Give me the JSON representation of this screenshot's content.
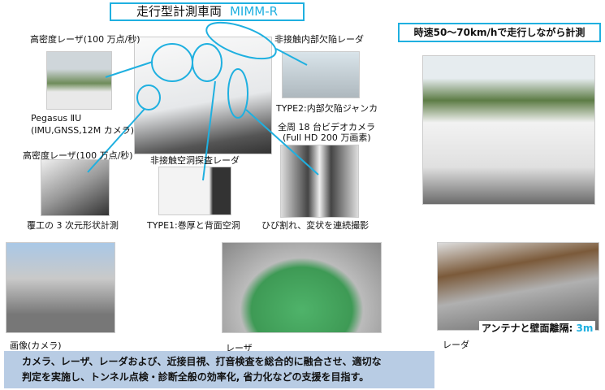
{
  "title": {
    "main": "走行型計測車両",
    "model": "MIMM-R"
  },
  "speed_note": "時速50〜70km/hで走行しながら計測",
  "labels": {
    "laser_top": "高密度レーザ(100 万点/秒)",
    "pegasus": "Pegasus ⅡU",
    "pegasus_detail": "(IMU,GNSS,12M カメラ)",
    "laser_side": "高密度レーザ(100 万点/秒)",
    "laser_side_caption": "覆工の 3 次元形状計測",
    "cavity_radar": "非接触空洞探査レーダ",
    "cavity_radar_caption": "TYPE1:巻厚と背面空洞",
    "defect_radar": "非接触内部欠陥レーダ",
    "defect_radar_caption": "TYPE2:内部欠陥ジャンカ",
    "cameras": "全周 18 台ビデオカメラ",
    "cameras_detail": "(Full HD 200 万画素)",
    "cameras_caption": "ひび割れ、変状を連続撮影"
  },
  "bottom": {
    "camera": "画像(カメラ)",
    "laser": "レーザ",
    "radar": "レーダ",
    "antenna_label": "アンテナと壁面離隔:",
    "antenna_value": "3m"
  },
  "caption": {
    "line1": "カメラ、レーザ、レーダおよび、近接目視、打音検査を総合的に融合させ、適切な",
    "line2": "判定を実施し、トンネル点検・診断全般の効率化, 省力化などの支援を目指す。"
  },
  "colors": {
    "accent": "#1fb0e0",
    "caption_bg": "#b8cce4"
  }
}
